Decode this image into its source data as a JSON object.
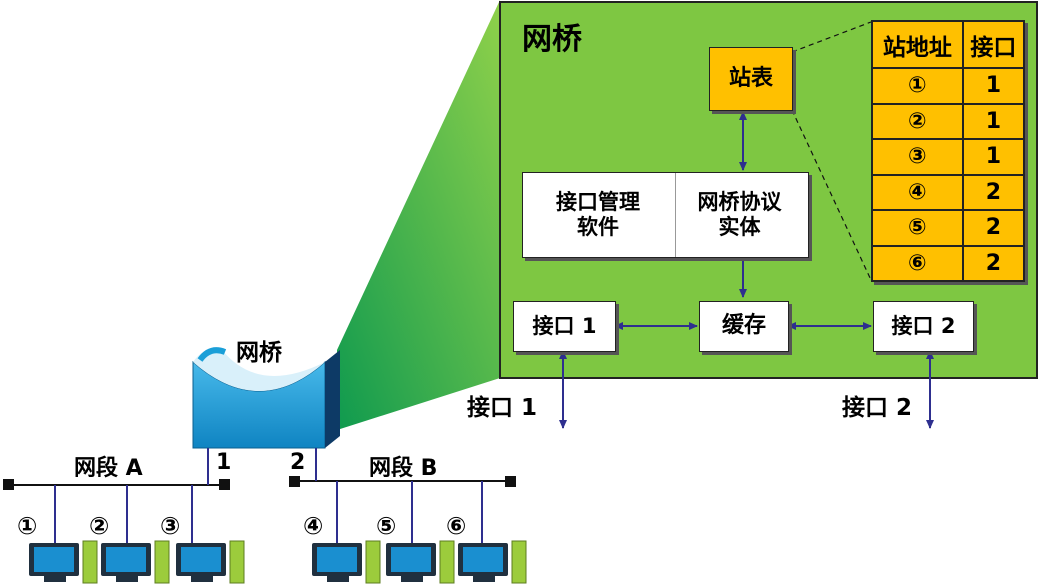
{
  "bridge_panel": {
    "title": "网桥",
    "station_table_box": "站表",
    "mgmt_software_line1": "接口管理",
    "mgmt_software_line2": "软件",
    "protocol_entity_line1": "网桥协议",
    "protocol_entity_line2": "实体",
    "buffer": "缓存",
    "interface1": "接口 1",
    "interface2": "接口 2"
  },
  "station_table": {
    "headers": [
      "站地址",
      "接口"
    ],
    "rows": [
      {
        "station": "①",
        "port": "1"
      },
      {
        "station": "②",
        "port": "1"
      },
      {
        "station": "③",
        "port": "1"
      },
      {
        "station": "④",
        "port": "2"
      },
      {
        "station": "⑤",
        "port": "2"
      },
      {
        "station": "⑥",
        "port": "2"
      }
    ]
  },
  "outside_labels": {
    "interface1": "接口 1",
    "interface2": "接口 2"
  },
  "bridge_device_label": "网桥",
  "segments": {
    "a_label": "网段 A",
    "b_label": "网段 B",
    "port1": "1",
    "port2": "2"
  },
  "hosts": [
    "①",
    "②",
    "③",
    "④",
    "⑤",
    "⑥"
  ],
  "colors": {
    "panel_green": "#7ec742",
    "orange": "#ffc000",
    "arrow_blue": "#2e2f8f",
    "bridge_blue": "#1a9fd8"
  }
}
